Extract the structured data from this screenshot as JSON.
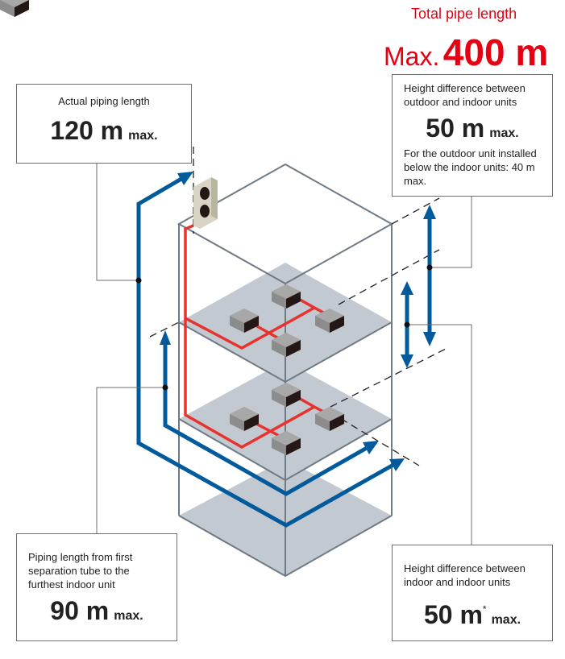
{
  "total": {
    "label": "Total pipe length",
    "prefix": "Max.",
    "value": "400 m"
  },
  "boxes": {
    "actual": {
      "label": "Actual piping length",
      "value": "120 m",
      "suffix": "max."
    },
    "outdoor_indoor": {
      "label": "Height difference between outdoor and indoor units",
      "value": "50 m",
      "suffix": "max.",
      "note": "For the outdoor unit installed below the indoor units: 40 m max."
    },
    "first_sep": {
      "label": "Piping length from first separation tube to the furthest  indoor unit",
      "value": "90 m",
      "suffix": "max."
    },
    "indoor_indoor": {
      "label": "Height difference between indoor and indoor units",
      "value": "50 m",
      "asterisk": "*",
      "suffix": "max."
    }
  },
  "colors": {
    "red": "#e60012",
    "blue": "#005a9c",
    "pipe": "#e8322e",
    "floor": "#c3c9d0"
  }
}
